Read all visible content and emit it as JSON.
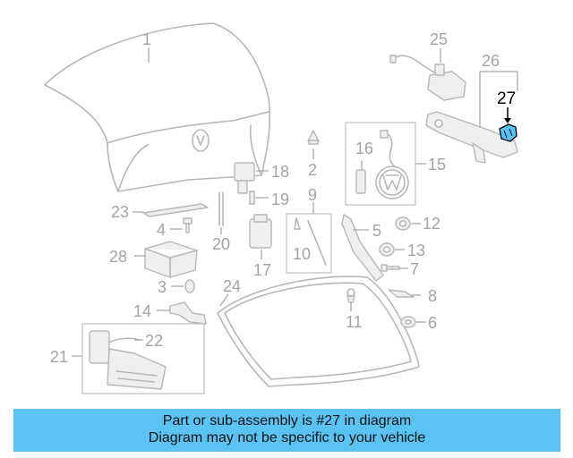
{
  "callouts": {
    "c1": "1",
    "c2": "2",
    "c3": "3",
    "c4": "4",
    "c5": "5",
    "c6": "6",
    "c7": "7",
    "c8": "8",
    "c9": "9",
    "c10": "10",
    "c11": "11",
    "c12": "12",
    "c13": "13",
    "c14": "14",
    "c15": "15",
    "c16": "16",
    "c17": "17",
    "c18": "18",
    "c19": "19",
    "c20": "20",
    "c21": "21",
    "c22": "22",
    "c23": "23",
    "c24": "24",
    "c25": "25",
    "c26": "26",
    "c27": "27",
    "c28": "28"
  },
  "highlighted_part": "27",
  "colors": {
    "highlight": "#5bc3f4",
    "part_line": "#b7b7b7",
    "callout_text": "#a3a3a3",
    "active_callout_text": "#000000"
  },
  "banner": {
    "line1": "Part or sub-assembly is #27 in diagram",
    "line2": "Diagram may not be specific to your vehicle"
  }
}
